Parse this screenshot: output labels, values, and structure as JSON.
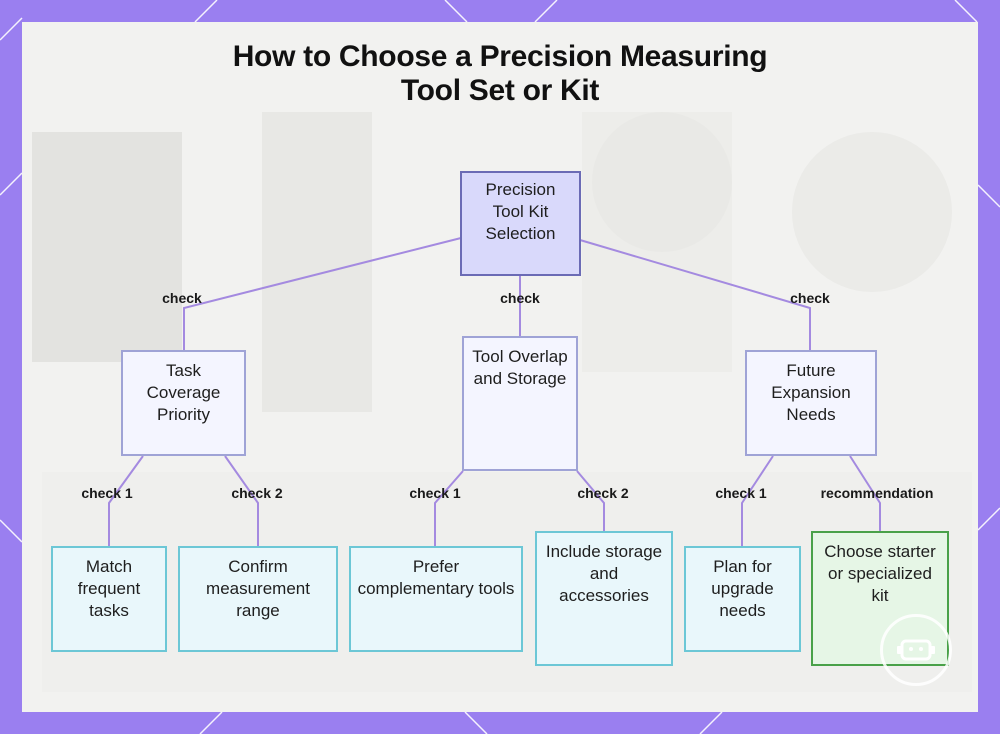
{
  "title": {
    "line1": "How to Choose a Precision Measuring",
    "line2": "Tool Set or Kit"
  },
  "root": {
    "label": "Precision Tool Kit Selection"
  },
  "branches": [
    {
      "edge_label": "check",
      "label": "Task Coverage Priority",
      "children": [
        {
          "edge_label": "check 1",
          "label": "Match frequent tasks"
        },
        {
          "edge_label": "check 2",
          "label": "Confirm measurement range"
        }
      ]
    },
    {
      "edge_label": "check",
      "label": "Tool Overlap and Storage",
      "children": [
        {
          "edge_label": "check 1",
          "label": "Prefer complementary tools"
        },
        {
          "edge_label": "check 2",
          "label": "Include storage and accessories"
        }
      ]
    },
    {
      "edge_label": "check",
      "label": "Future Expansion Needs",
      "children": [
        {
          "edge_label": "check 1",
          "label": "Plan for upgrade needs"
        },
        {
          "edge_label": "recommendation",
          "label": "Choose starter or specialized kit"
        }
      ]
    }
  ],
  "colors": {
    "frame": "#9a7ff0",
    "connector": "#a48ae0",
    "root_fill": "#d9d9fb",
    "leaf_border": "#6cc7d6",
    "recommendation_border": "#49a149"
  },
  "watermark_icon": "robot-badge-icon"
}
